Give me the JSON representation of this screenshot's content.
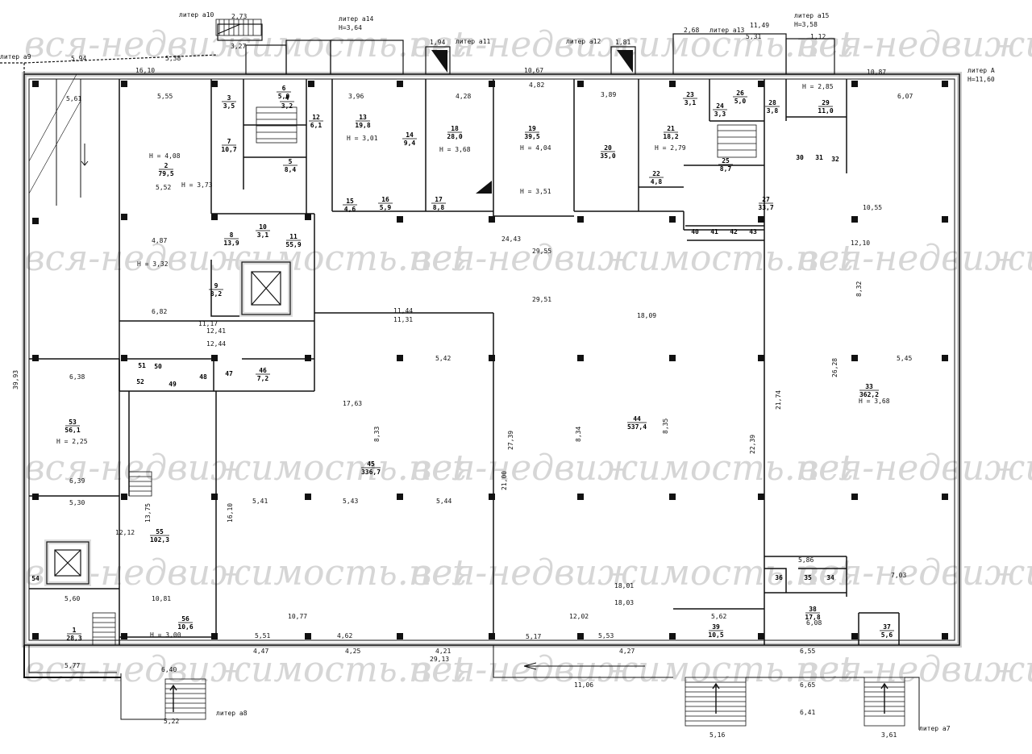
{
  "watermark": "вся-недвижимость.net",
  "litera_labels": {
    "a9": "литер а9",
    "a10": "литер а10",
    "a14": "литер а14",
    "a11": "литер а11",
    "a12": "литер а12",
    "a13": "литер а13",
    "a15": "литер а15",
    "A": "литер А",
    "a8": "литер а8",
    "a7": "литер а7"
  },
  "heights": {
    "a14": "H=3,64",
    "a15": "H=3,58",
    "A": "H=11,60",
    "r2": "H = 4,08",
    "r7": "H = 3,73",
    "r8": "H = 3,32",
    "r13": "H = 3,01",
    "r18": "H = 3,68",
    "r19": "H = 4,04",
    "r19b": "H = 3,51",
    "r21": "H = 2,79",
    "r29": "H = 2,85",
    "r33": "H = 3,68",
    "r53": "H = 2,25",
    "r56": "H = 3,00"
  },
  "rooms": [
    {
      "n": "1",
      "area": "28,3"
    },
    {
      "n": "2",
      "area": "79,5"
    },
    {
      "n": "3",
      "area": "3,5"
    },
    {
      "n": "4",
      "area": "3,2"
    },
    {
      "n": "5",
      "area": "8,4"
    },
    {
      "n": "6",
      "area": "5,0"
    },
    {
      "n": "7",
      "area": "10,7"
    },
    {
      "n": "8",
      "area": "13,9"
    },
    {
      "n": "9",
      "area": "8,2"
    },
    {
      "n": "10",
      "area": "3,1"
    },
    {
      "n": "11",
      "area": "55,9"
    },
    {
      "n": "12",
      "area": "6,1"
    },
    {
      "n": "13",
      "area": "19,8"
    },
    {
      "n": "14",
      "area": "9,4"
    },
    {
      "n": "15",
      "area": "4,6"
    },
    {
      "n": "16",
      "area": "5,9"
    },
    {
      "n": "17",
      "area": "8,8"
    },
    {
      "n": "18",
      "area": "28,0"
    },
    {
      "n": "19",
      "area": "39,5"
    },
    {
      "n": "20",
      "area": "35,0"
    },
    {
      "n": "21",
      "area": "18,2"
    },
    {
      "n": "22",
      "area": "4,8"
    },
    {
      "n": "23",
      "area": "3,1"
    },
    {
      "n": "24",
      "area": "3,3"
    },
    {
      "n": "25",
      "area": "8,7"
    },
    {
      "n": "26",
      "area": "5,0"
    },
    {
      "n": "27",
      "area": "33,7"
    },
    {
      "n": "28",
      "area": "3,8"
    },
    {
      "n": "29",
      "area": "11,0"
    },
    {
      "n": "30",
      "area": ""
    },
    {
      "n": "31",
      "area": ""
    },
    {
      "n": "32",
      "area": ""
    },
    {
      "n": "33",
      "area": "362,2"
    },
    {
      "n": "34",
      "area": ""
    },
    {
      "n": "35",
      "area": ""
    },
    {
      "n": "36",
      "area": ""
    },
    {
      "n": "37",
      "area": "5,6"
    },
    {
      "n": "38",
      "area": "17,8"
    },
    {
      "n": "39",
      "area": "10,5"
    },
    {
      "n": "40",
      "area": ""
    },
    {
      "n": "41",
      "area": ""
    },
    {
      "n": "42",
      "area": ""
    },
    {
      "n": "43",
      "area": ""
    },
    {
      "n": "44",
      "area": "537,4"
    },
    {
      "n": "45",
      "area": "336,7"
    },
    {
      "n": "46",
      "area": "7,2"
    },
    {
      "n": "47",
      "area": ""
    },
    {
      "n": "48",
      "area": ""
    },
    {
      "n": "49",
      "area": ""
    },
    {
      "n": "50",
      "area": ""
    },
    {
      "n": "51",
      "area": ""
    },
    {
      "n": "52",
      "area": ""
    },
    {
      "n": "53",
      "area": "56,1"
    },
    {
      "n": "54",
      "area": ""
    },
    {
      "n": "55",
      "area": "102,3"
    },
    {
      "n": "56",
      "area": "10,6"
    }
  ],
  "dimensions": [
    "2,73",
    "3,27",
    "1,94",
    "1,81",
    "2,68",
    "11,49",
    "5,31",
    "1,12",
    "5,94",
    "5,38",
    "16,10",
    "10,67",
    "10,87",
    "5,61",
    "5,55",
    "3,96",
    "4,28",
    "4,82",
    "3,89",
    "6,07",
    "5,52",
    "4,87",
    "6,82",
    "11,17",
    "12,41",
    "12,44",
    "11,44",
    "11,31",
    "29,55",
    "29,51",
    "24,43",
    "18,09",
    "10,55",
    "12,10",
    "17,63",
    "6,38",
    "6,39",
    "5,30",
    "12,12",
    "5,60",
    "5,77",
    "6,40",
    "5,22",
    "10,77",
    "4,62",
    "5,51",
    "4,47",
    "4,25",
    "29,13",
    "4,21",
    "12,02",
    "5,17",
    "5,53",
    "4,27",
    "6,55",
    "11,06",
    "6,65",
    "6,41",
    "5,16",
    "3,61",
    "18,01",
    "18,03",
    "21,00",
    "27,39",
    "22,39",
    "21,74",
    "26,28",
    "39,93",
    "8,33",
    "8,34",
    "8,35",
    "8,32",
    "5,42",
    "5,41",
    "5,43",
    "5,44",
    "5,45",
    "13,75",
    "10,81",
    "5,86",
    "6,08",
    "16,10",
    "7,03",
    "5,62"
  ]
}
